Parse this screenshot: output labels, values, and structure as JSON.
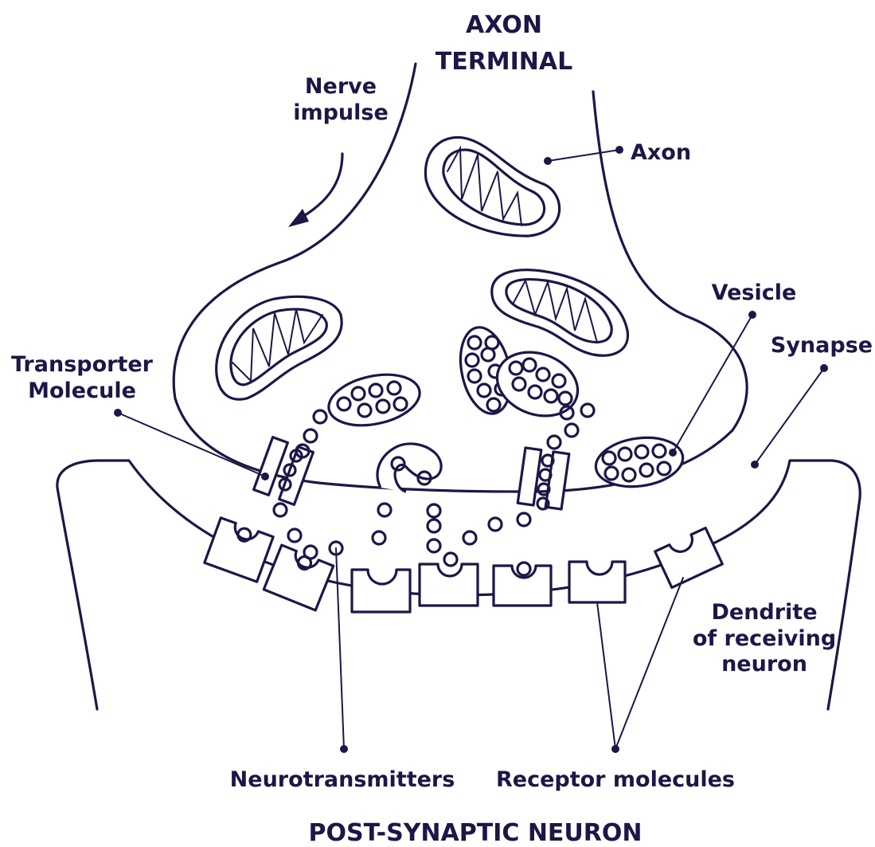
{
  "labels": {
    "axon_terminal": [
      "AXON",
      "TERMINAL"
    ],
    "nerve_impulse": [
      "Nerve",
      "impulse"
    ],
    "axon": "Axon",
    "vesicle": "Vesicle",
    "synapse": "Synapse",
    "transporter_molecule": [
      "Transporter",
      "Molecule"
    ],
    "dendrite": [
      "Dendrite",
      "of receiving",
      "neuron"
    ],
    "neurotransmitters": "Neurotransmitters",
    "receptor_molecules": "Receptor molecules",
    "post_synaptic_neuron": "POST-SYNAPTIC NEURON"
  },
  "colors": {
    "ink": "#1b1747",
    "background": "#ffffff"
  }
}
